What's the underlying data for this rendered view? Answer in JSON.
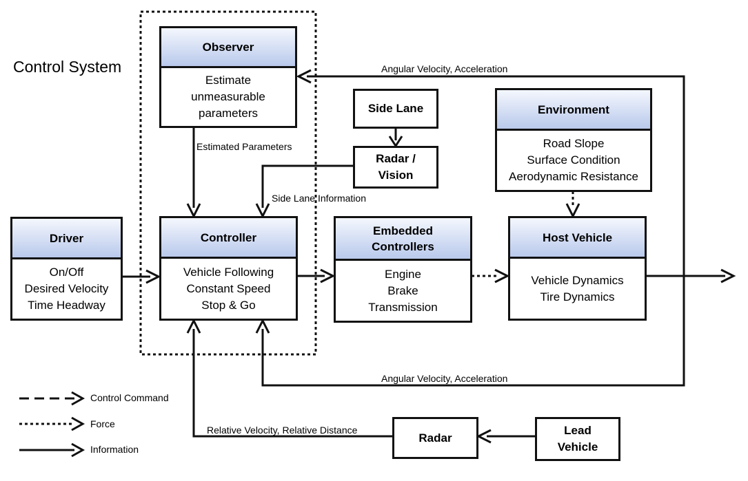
{
  "title": "Control System",
  "blocks": {
    "observer": {
      "title": "Observer",
      "lines": [
        "Estimate",
        "unmeasurable",
        "parameters"
      ]
    },
    "side_lane": {
      "title": "Side Lane"
    },
    "radar_vision": {
      "lines": [
        "Radar /",
        "Vision"
      ]
    },
    "environment": {
      "title": "Environment",
      "lines": [
        "Road Slope",
        "Surface Condition",
        "Aerodynamic Resistance"
      ]
    },
    "driver": {
      "title": "Driver",
      "lines": [
        "On/Off",
        "Desired Velocity",
        "Time Headway"
      ]
    },
    "controller": {
      "title": "Controller",
      "lines": [
        "Vehicle Following",
        "Constant Speed",
        "Stop & Go"
      ]
    },
    "embedded": {
      "title_lines": [
        "Embedded",
        "Controllers"
      ],
      "lines": [
        "Engine",
        "Brake",
        "Transmission"
      ]
    },
    "host": {
      "title": "Host Vehicle",
      "lines": [
        "Vehicle Dynamics",
        "Tire Dynamics"
      ]
    },
    "radar": {
      "title": "Radar"
    },
    "lead": {
      "lines": [
        "Lead",
        "Vehicle"
      ]
    }
  },
  "labels": {
    "ang_top": "Angular Velocity, Acceleration",
    "ang_bottom": "Angular Velocity, Acceleration",
    "estimated": "Estimated Parameters",
    "side_info": "Side Lane Information",
    "relative": "Relative Velocity, Relative Distance"
  },
  "legend": {
    "control": "Control Command",
    "force": "Force",
    "information": "Information"
  }
}
